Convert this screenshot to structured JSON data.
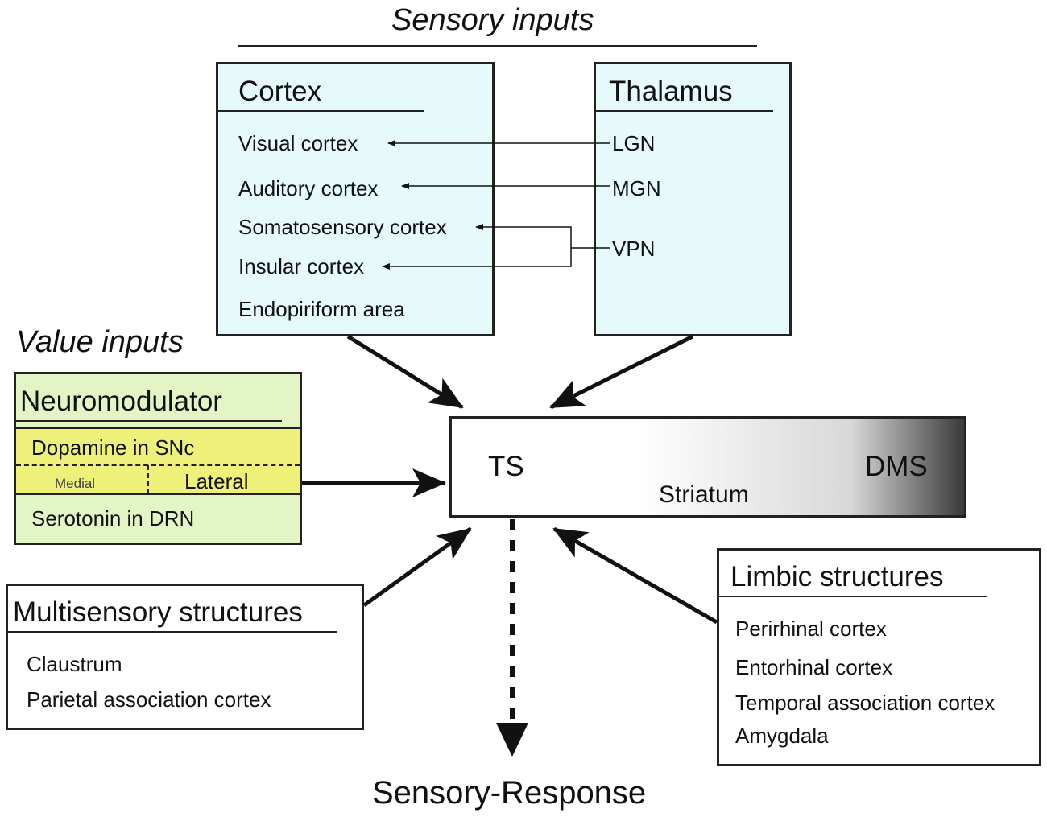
{
  "sensory_title": "Sensory inputs",
  "value_title": "Value inputs",
  "cortex": {
    "title": "Cortex",
    "items": [
      "Visual cortex",
      "Auditory cortex",
      "Somatosensory cortex",
      "Insular cortex",
      "Endopiriform area"
    ]
  },
  "thalamus": {
    "title": "Thalamus",
    "items": [
      "LGN",
      "MGN",
      "VPN"
    ]
  },
  "neuromodulator": {
    "title": "Neuromodulator",
    "dopamine": "Dopamine in SNc",
    "medial": "Medial",
    "lateral": "Lateral",
    "serotonin": "Serotonin in DRN"
  },
  "striatum": {
    "ts": "TS",
    "dms": "DMS",
    "label": "Striatum"
  },
  "multisensory": {
    "title": "Multisensory structures",
    "items": [
      "Claustrum",
      "Parietal association cortex"
    ]
  },
  "limbic": {
    "title": "Limbic structures",
    "items": [
      "Perirhinal cortex",
      "Entorhinal cortex",
      "Temporal association cortex",
      "Amygdala"
    ]
  },
  "output_label": "Sensory-Response",
  "colors": {
    "sensory_box_fill": "#e6fafc",
    "neuromodulator_fill": "#e3f5c4",
    "dopamine_fill": "#eef07a",
    "gradient_end": "#3a3a3a"
  }
}
